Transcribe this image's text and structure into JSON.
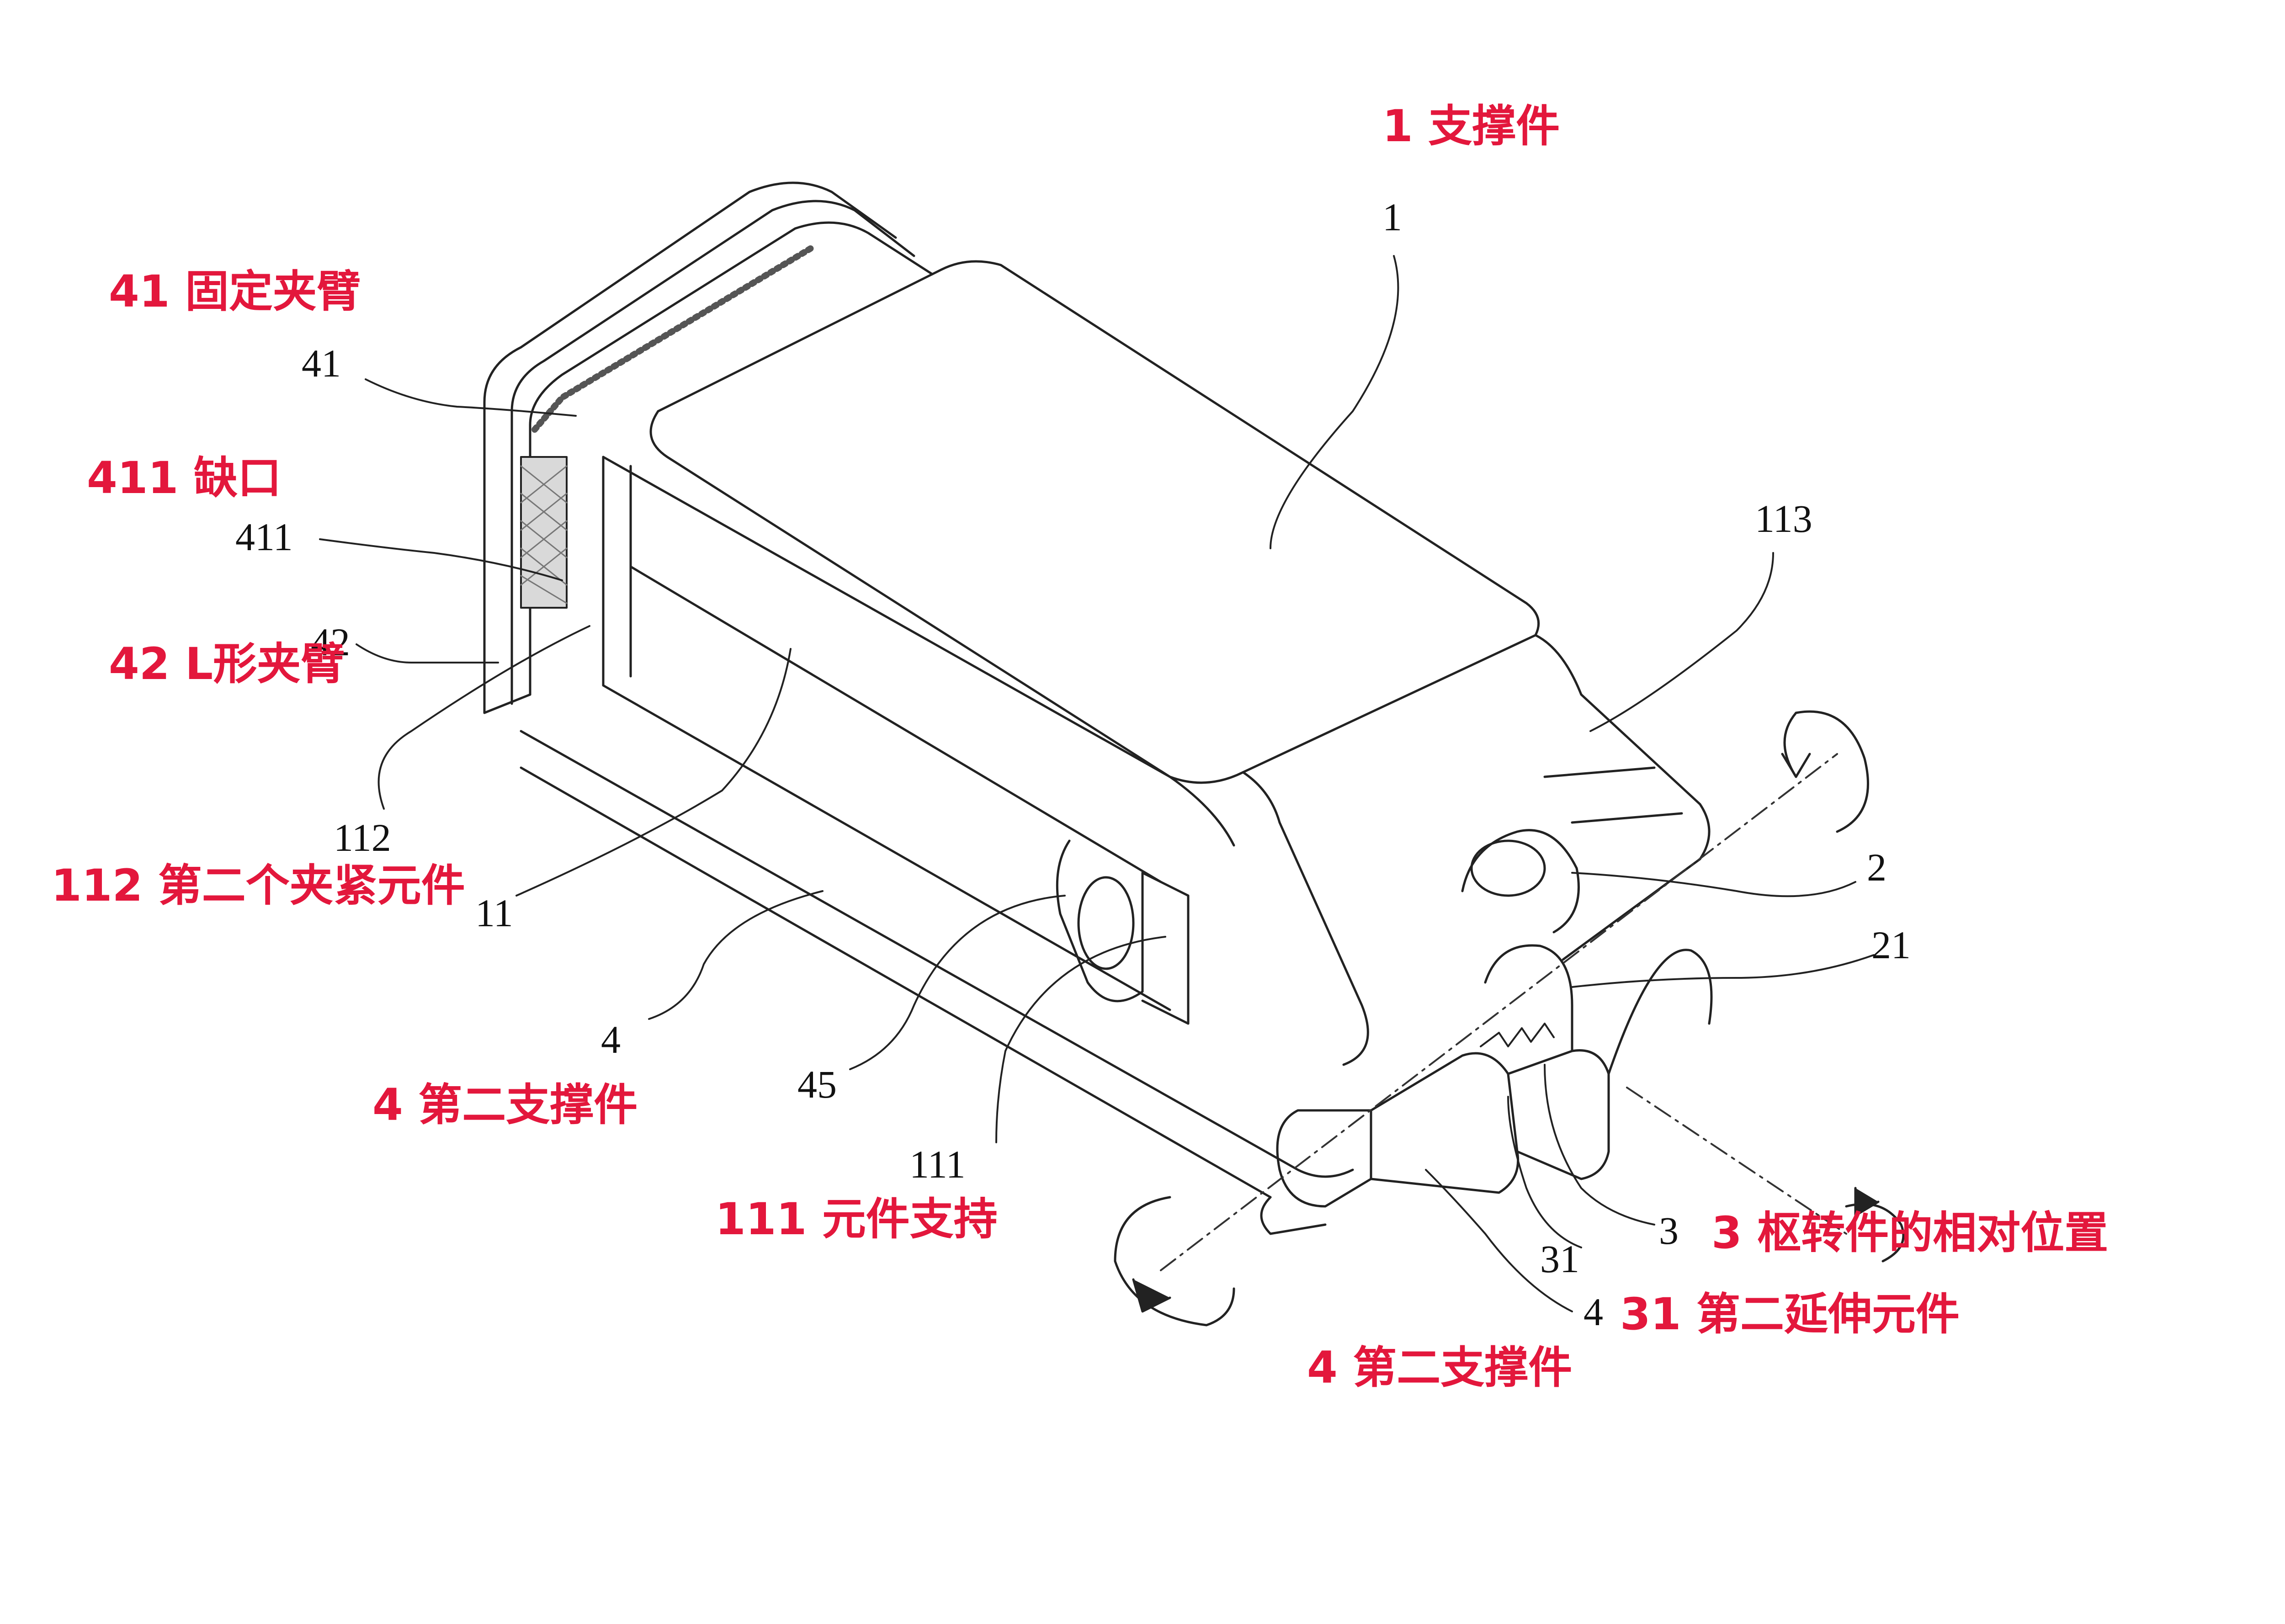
{
  "colors": {
    "label": "#e3173c",
    "line": "#222222"
  },
  "labels": {
    "l1": "1 支撑件",
    "l41": "41 固定夹臂",
    "l411": "411 缺口",
    "l42": "42 L形夹臂",
    "l112": "112 第二个夹紧元件",
    "l4a": "4 第二支撑件",
    "l111": "111 元件支持",
    "l3": "3 枢转件的相对位置",
    "l31": "31 第二延伸元件",
    "l4b": "4 第二支撑件"
  },
  "refs": {
    "n1": "1",
    "n41": "41",
    "n411": "411",
    "n42": "42",
    "n112": "112",
    "n11": "11",
    "n4": "4",
    "n45": "45",
    "n111": "111",
    "n113": "113",
    "n2": "2",
    "n21": "21",
    "n3": "3",
    "n31": "31",
    "n4b": "4"
  }
}
